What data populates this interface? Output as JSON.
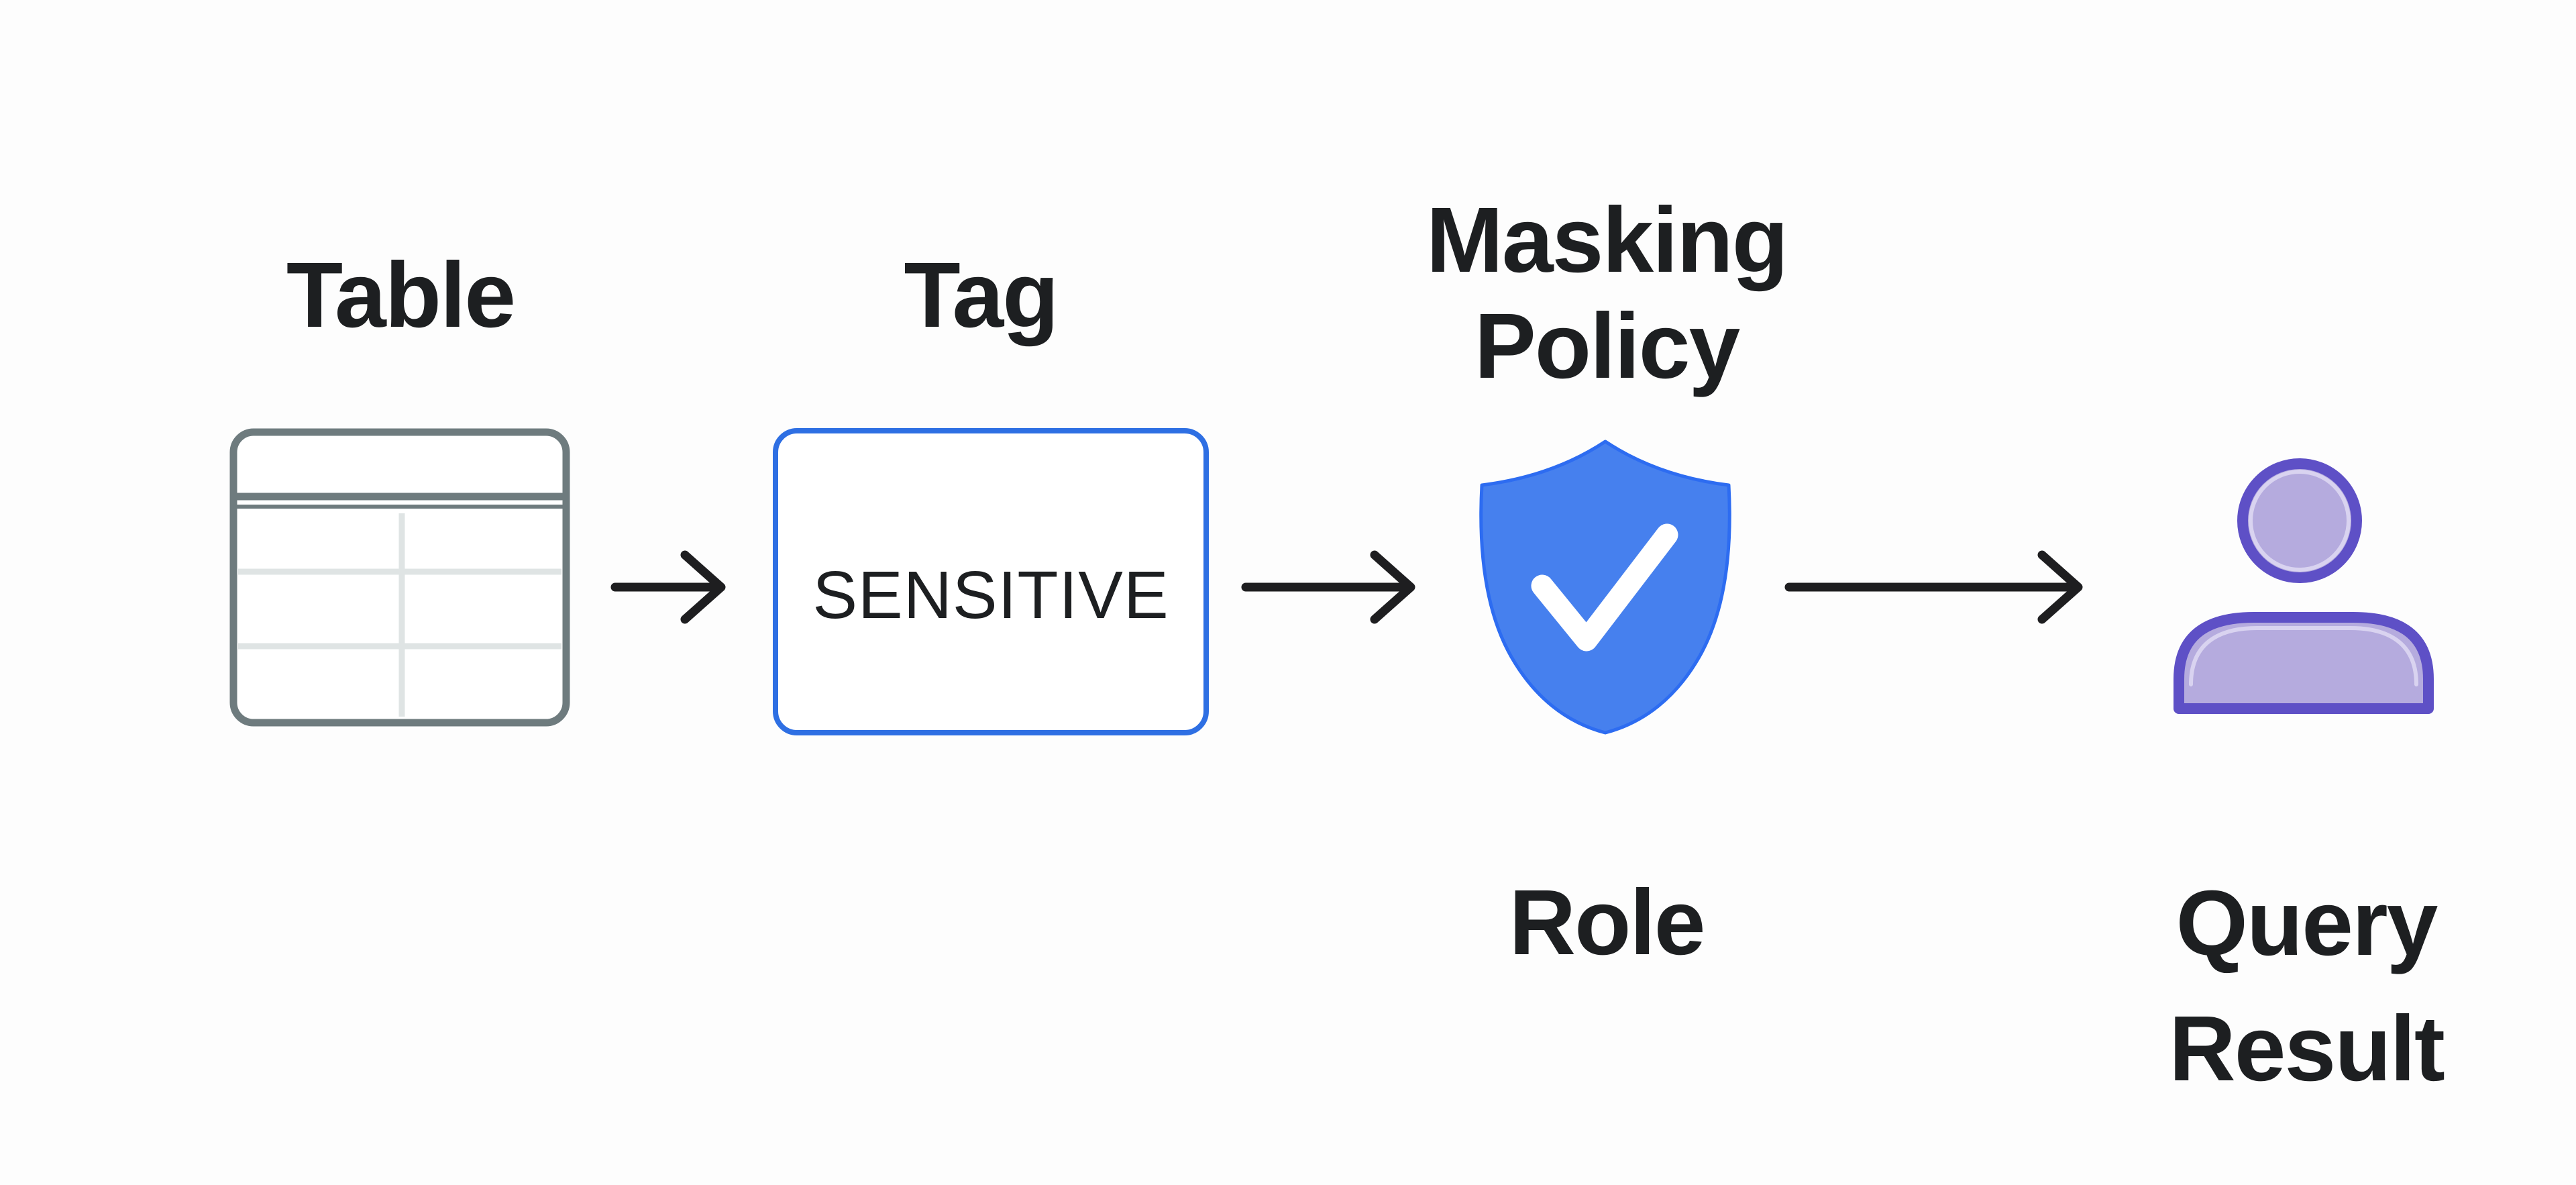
{
  "diagram": {
    "nodes": {
      "table": {
        "label": "Table"
      },
      "tag": {
        "label": "Tag",
        "value": "SENSITIVE"
      },
      "policy": {
        "label": "Masking Policy",
        "role_label": "Role"
      },
      "user": {
        "label": "Query Result"
      }
    },
    "connections": [
      {
        "from": "table",
        "to": "tag"
      },
      {
        "from": "tag",
        "to": "policy"
      },
      {
        "from": "policy",
        "to": "user"
      }
    ],
    "colors": {
      "bg": "#fdfdfd",
      "text": "#1d1f21",
      "tag_border": "#2e6fe3",
      "table_border": "#6e7b7e",
      "table_grid": "#dfe4e4",
      "shield_fill": "#4680ee",
      "shield_stroke": "#2d6cf1",
      "check": "#ffffff",
      "person_fill": "#b5abde",
      "person_border": "#5e50c6",
      "person_highlight": "#d9d3f0",
      "arrow": "#1e1e20"
    }
  }
}
